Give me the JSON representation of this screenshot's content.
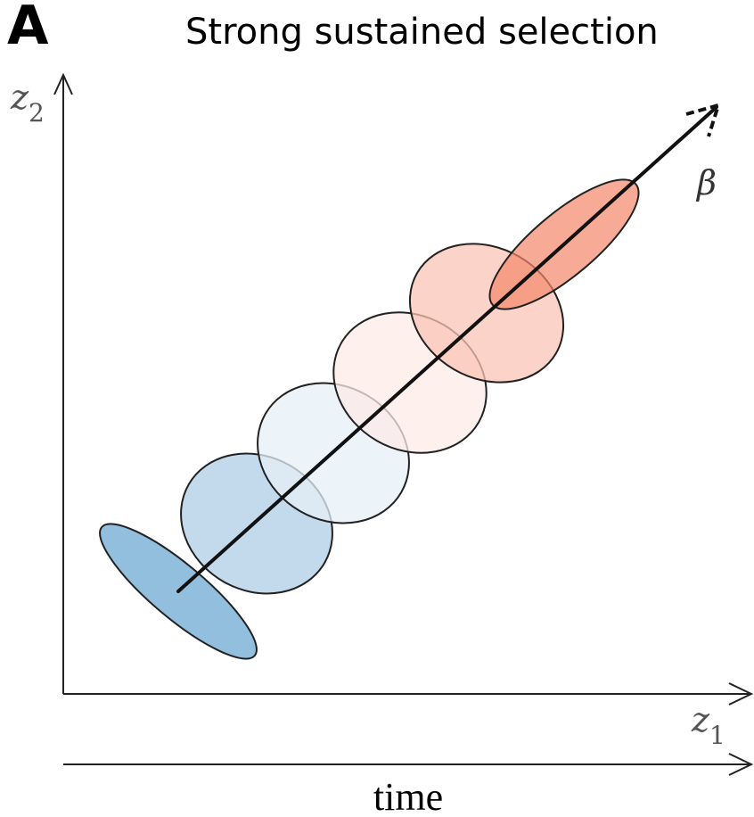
{
  "panel_letter": "A",
  "title": "Strong sustained selection",
  "axes": {
    "y_symbol": "z",
    "y_subscript": "2",
    "x_symbol": "z",
    "x_subscript": "1",
    "time_label": "time"
  },
  "arrow_label": "β",
  "colors": {
    "ellipse_1": "#8bbcdb",
    "ellipse_2": "#bcd6ea",
    "ellipse_3": "#e6eff7",
    "ellipse_4": "#fcebe7",
    "ellipse_5": "#f9c4b6",
    "ellipse_6": "#f4876a",
    "outline": "#222222",
    "axis": "#222222"
  }
}
